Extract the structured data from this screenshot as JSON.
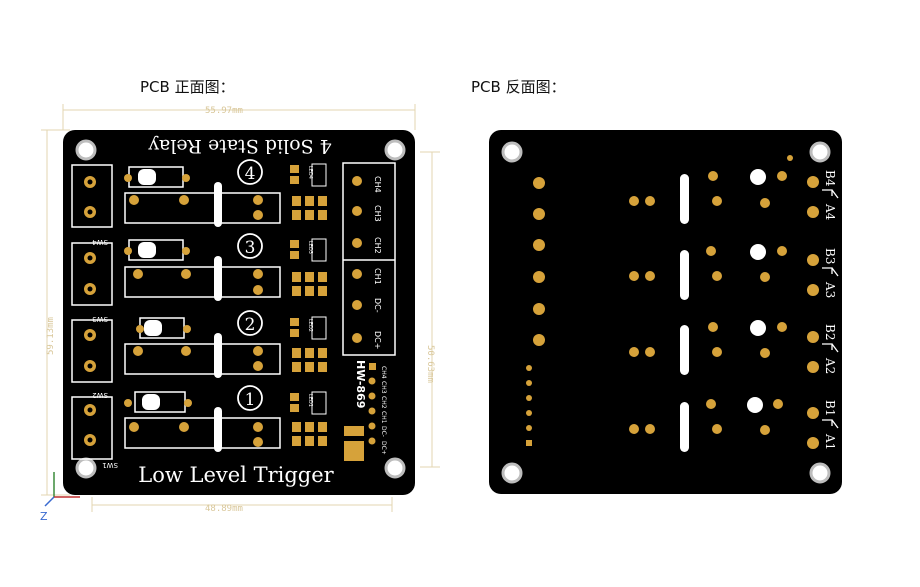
{
  "captions": {
    "front": "PCB 正面图：",
    "back": "PCB 反面图："
  },
  "front": {
    "title": "4 Solid State Relay",
    "footer": "Low Level Trigger",
    "model": "HW-869",
    "dimensions": {
      "width": "55.97mm",
      "height": "59.13mm",
      "inner_height": "50.63mm",
      "inner_width": "48.89mm"
    },
    "channel_numbers": [
      "4",
      "3",
      "2",
      "1"
    ],
    "switch_labels": [
      "SW4",
      "SW3",
      "SW2",
      "SW1"
    ],
    "output_labels": [
      "CH4",
      "CH3",
      "CH2",
      "CH1",
      "DC-",
      "DC+"
    ],
    "input_labels": [
      "CH4",
      "CH3",
      "CH2",
      "CH1",
      "DC-",
      "DC+"
    ],
    "led_labels": [
      "LED4",
      "LED3",
      "LED2",
      "LED1"
    ]
  },
  "back": {
    "labels": [
      "B4",
      "A4",
      "B3",
      "A3",
      "B2",
      "A2",
      "B1",
      "A1"
    ]
  },
  "colors": {
    "board": "#000000",
    "pad": "#d6a23a",
    "silk": "#ffffff",
    "dimension": "#d9c79a",
    "axis_y": "#3a8a3a",
    "axis_x": "#c03030",
    "axis_z": "#3a6ad0"
  }
}
